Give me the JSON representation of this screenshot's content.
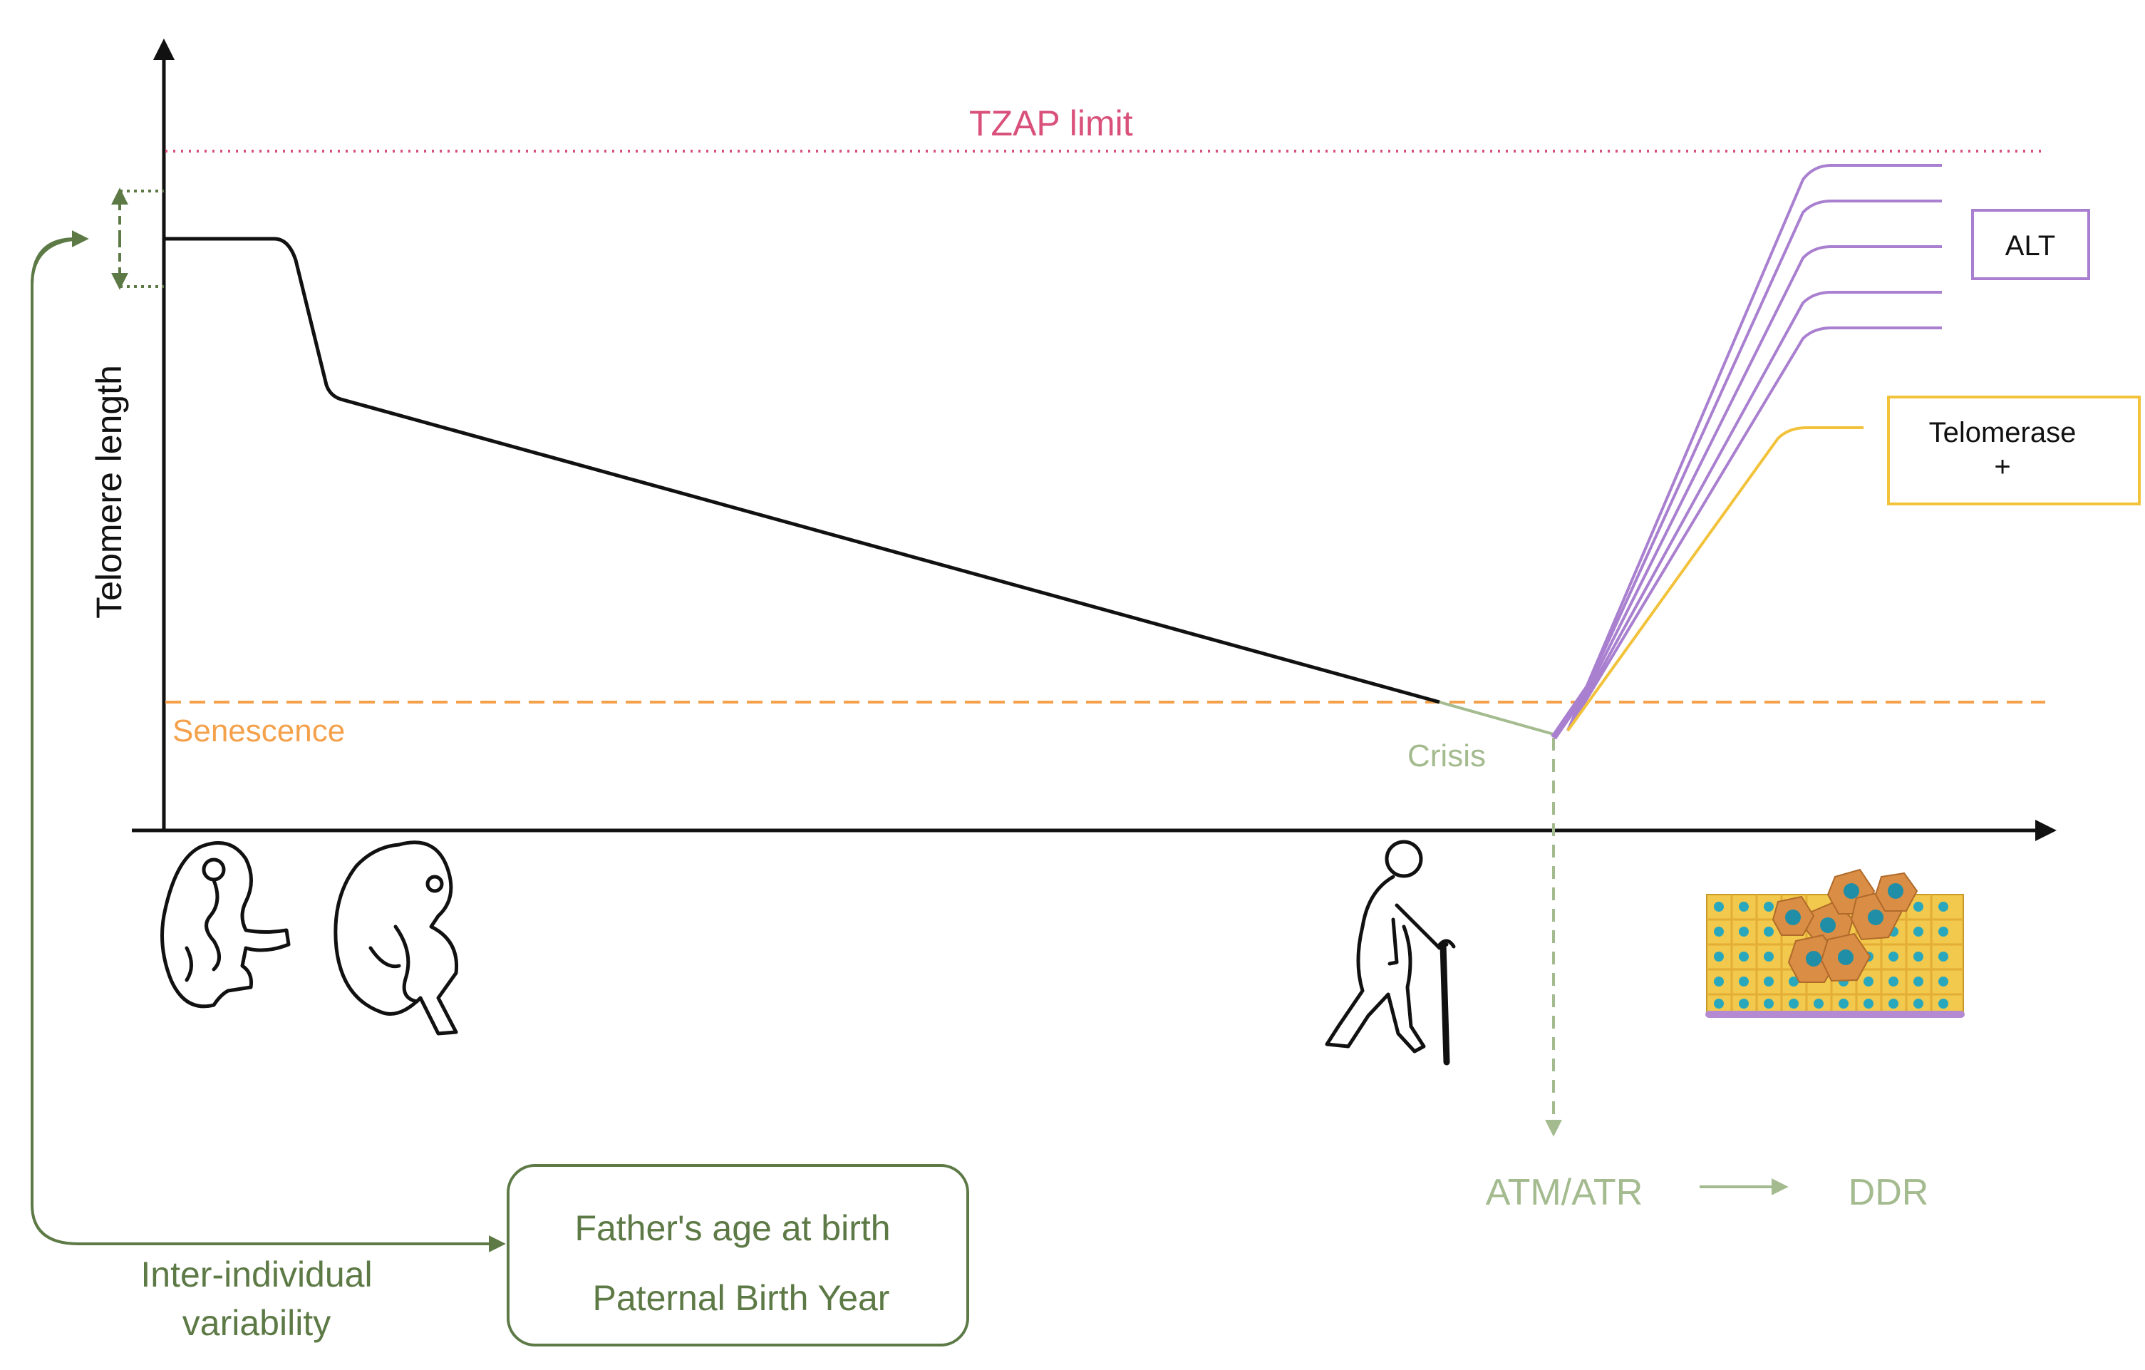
{
  "labels": {
    "y_axis": "Telomere length",
    "tzap": "TZAP limit",
    "senescence": "Senescence",
    "crisis": "Crisis",
    "alt": "ALT",
    "telomerase": "Telomerase",
    "telomerase_plus": "+",
    "atm_atr": "ATM/ATR",
    "ddr": "DDR",
    "father_age": "Father's age at birth",
    "paternal_year": "Paternal Birth Year",
    "inter_line1": "Inter-individual",
    "inter_line2": "variability"
  },
  "colors": {
    "tzap": "#d9517b",
    "senescence": "#f5a04a",
    "crisis": "#a4bb8f",
    "alt": "#a97fd0",
    "telomerase": "#f2c23a",
    "variability": "#5d7a46",
    "axis": "#111111"
  },
  "icons": [
    "fetus-icon",
    "newborn-icon",
    "elderly-person-icon",
    "tumor-tissue-icon"
  ]
}
